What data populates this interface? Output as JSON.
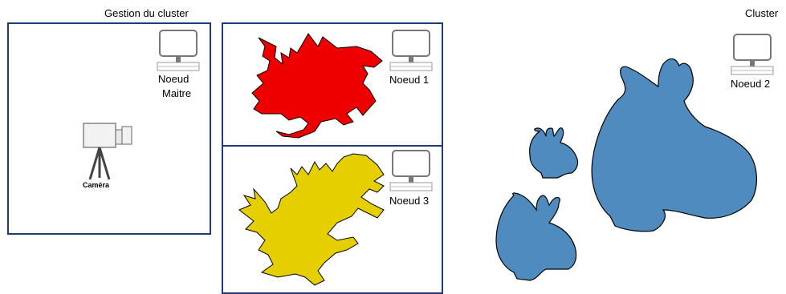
{
  "sections": {
    "management_title": "Gestion du cluster",
    "cluster_title": "Cluster"
  },
  "nodes": {
    "master": [
      "Noeud",
      "Maitre"
    ],
    "node1": "Noeud 1",
    "node2": "Noeud 2",
    "node3": "Noeud 3"
  },
  "camera_label": "Caméra",
  "colors": {
    "border": "#1e3a78",
    "dragon_node1": "#ee0000",
    "dragon_node3": "#e6cf00",
    "bunnies": "#4f8bbf"
  }
}
